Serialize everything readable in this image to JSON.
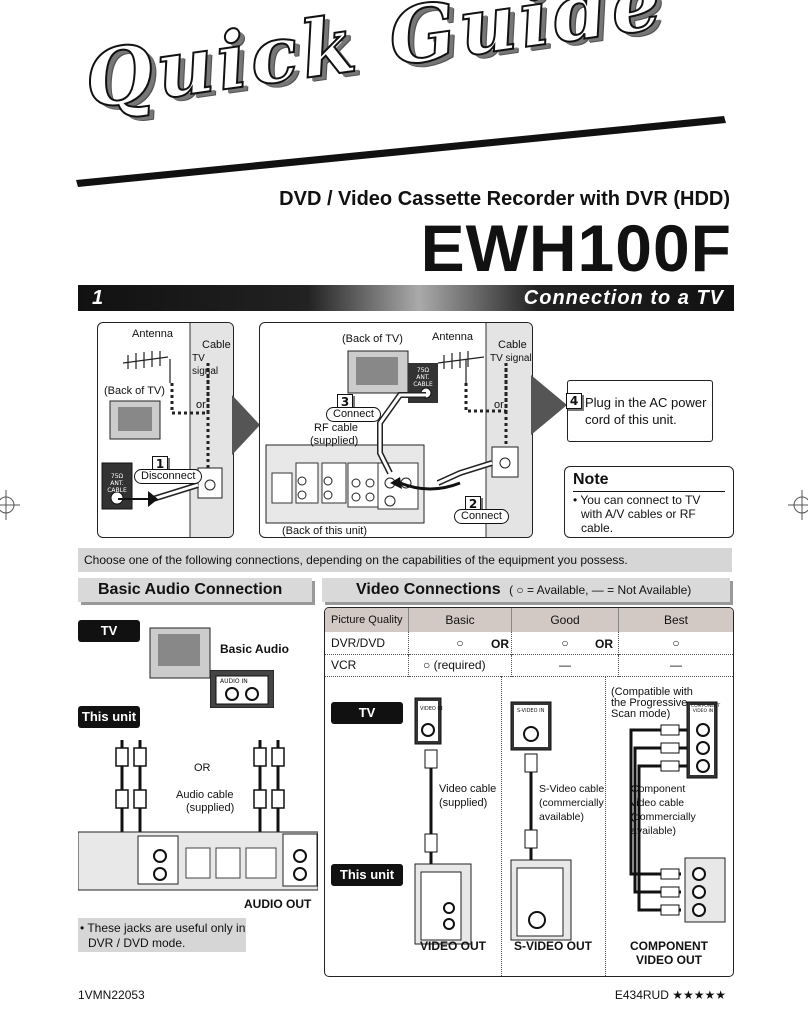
{
  "header": {
    "title": "Quick Guide",
    "subtitle": "DVD / Video Cassette Recorder with DVR (HDD)",
    "model": "EWH100F"
  },
  "section1": {
    "number": "1",
    "title": "Connection to a TV"
  },
  "diagram_left": {
    "antenna": "Antenna",
    "cable": "Cable",
    "cable_signal": "TV signal",
    "or": "or",
    "back_of_tv": "(Back of TV)",
    "step_num": "1",
    "step_label": "Disconnect",
    "ant_label": "75Ω ANT. CABLE"
  },
  "diagram_right": {
    "back_of_tv": "(Back of TV)",
    "antenna": "Antenna",
    "cable": "Cable",
    "cable_signal": "TV signal",
    "or": "or",
    "step3_num": "3",
    "step3_label": "Connect",
    "rf_cable": "RF cable",
    "supplied": "(supplied)",
    "step2_num": "2",
    "step2_label": "Connect",
    "back_of_unit": "(Back of this unit)",
    "ant_label": "75Ω ANT. CABLE"
  },
  "step4": {
    "num": "4",
    "text_line1": "Plug in the AC power",
    "text_line2": "cord of this unit."
  },
  "note": {
    "title": "Note",
    "text_line1": "• You can connect to TV",
    "text_line2": "with A/V cables or RF",
    "text_line3": "cable."
  },
  "choose_banner": "Choose one of the following connections, depending on the capabilities of the equipment you possess.",
  "basic_audio": {
    "heading": "Basic Audio Connection",
    "tv_label": "TV",
    "basic_audio_label": "Basic Audio",
    "audio_in": "AUDIO IN",
    "this_unit": "This unit",
    "or": "OR",
    "audio_cable": "Audio cable",
    "supplied": "(supplied)",
    "audio_out": "AUDIO OUT",
    "note_line1": "• These jacks are useful only in",
    "note_line2": "DVR / DVD mode."
  },
  "video_connections": {
    "heading": "Video Connections",
    "legend": "( ○ = Available, — = Not Available)",
    "table_headers": [
      "Picture Quality",
      "Basic",
      "Good",
      "Best"
    ],
    "row_dvr": [
      "DVR/DVD",
      "○",
      "○",
      "○"
    ],
    "row_vcr": [
      "VCR",
      "○ (required)",
      "—",
      "—"
    ],
    "or_word": "OR",
    "tv_label": "TV",
    "this_unit": "This unit",
    "video_in": "VIDEO IN",
    "svideo_in": "S-VIDEO IN",
    "component_in": "COMPONENT VIDEO IN",
    "video_cable_line1": "Video cable",
    "video_cable_line2": "(supplied)",
    "svideo_cable_line1": "S-Video cable",
    "svideo_cable_line2": "(commercially",
    "svideo_cable_line3": "available)",
    "compat_line1": "(Compatible with",
    "compat_line2": "the Progressive",
    "compat_line3": "Scan mode)",
    "component_cable_line1": "Component",
    "component_cable_line2": "video cable",
    "component_cable_line3": "(commercially",
    "component_cable_line4": "available)",
    "cap_video_out": "VIDEO OUT",
    "cap_svideo_out": "S-VIDEO OUT",
    "cap_component_line1": "COMPONENT",
    "cap_component_line2": "VIDEO OUT"
  },
  "footer": {
    "left": "1VMN22053",
    "right": "E434RUD ★★★★★"
  }
}
